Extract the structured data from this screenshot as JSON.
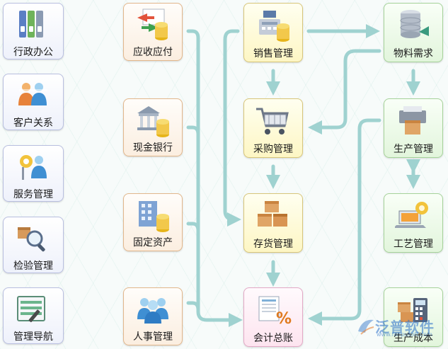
{
  "sidebar": {
    "items": [
      {
        "label": "行政办公",
        "icon": "binders-icon"
      },
      {
        "label": "客户关系",
        "icon": "people-icon"
      },
      {
        "label": "服务管理",
        "icon": "service-gear-person-icon"
      },
      {
        "label": "检验管理",
        "icon": "inspect-magnifier-icon"
      },
      {
        "label": "管理导航",
        "icon": "nav-list-icon"
      }
    ]
  },
  "finance": {
    "items": [
      {
        "label": "应收应付",
        "icon": "exchange-coins-icon"
      },
      {
        "label": "现金银行",
        "icon": "bank-coins-icon"
      },
      {
        "label": "固定资产",
        "icon": "building-coins-icon"
      },
      {
        "label": "人事管理",
        "icon": "staff-group-icon"
      }
    ]
  },
  "supply": {
    "sales": {
      "label": "销售管理",
      "icon": "cash-register-icon"
    },
    "purchase": {
      "label": "采购管理",
      "icon": "shopping-cart-icon"
    },
    "inventory": {
      "label": "存货管理",
      "icon": "boxes-icon"
    },
    "ledger": {
      "label": "会计总账",
      "icon": "ledger-percent-icon"
    }
  },
  "production": {
    "material": {
      "label": "物料需求",
      "icon": "database-icon"
    },
    "production": {
      "label": "生产管理",
      "icon": "printer-box-icon"
    },
    "process": {
      "label": "工艺管理",
      "icon": "laptop-gear-icon"
    },
    "cost": {
      "label": "生产成本",
      "icon": "boxes-calculator-icon"
    }
  },
  "watermark": {
    "brand": "泛普软件",
    "url": "www.fanpusoft.com"
  },
  "colors": {
    "arrow": "#9fd2d0",
    "side_border": "#b9bfe0",
    "finance_border": "#e2b78c",
    "supply_border": "#d8c67a",
    "ledger_border": "#e3a9c6",
    "production_border": "#a6d39a"
  }
}
